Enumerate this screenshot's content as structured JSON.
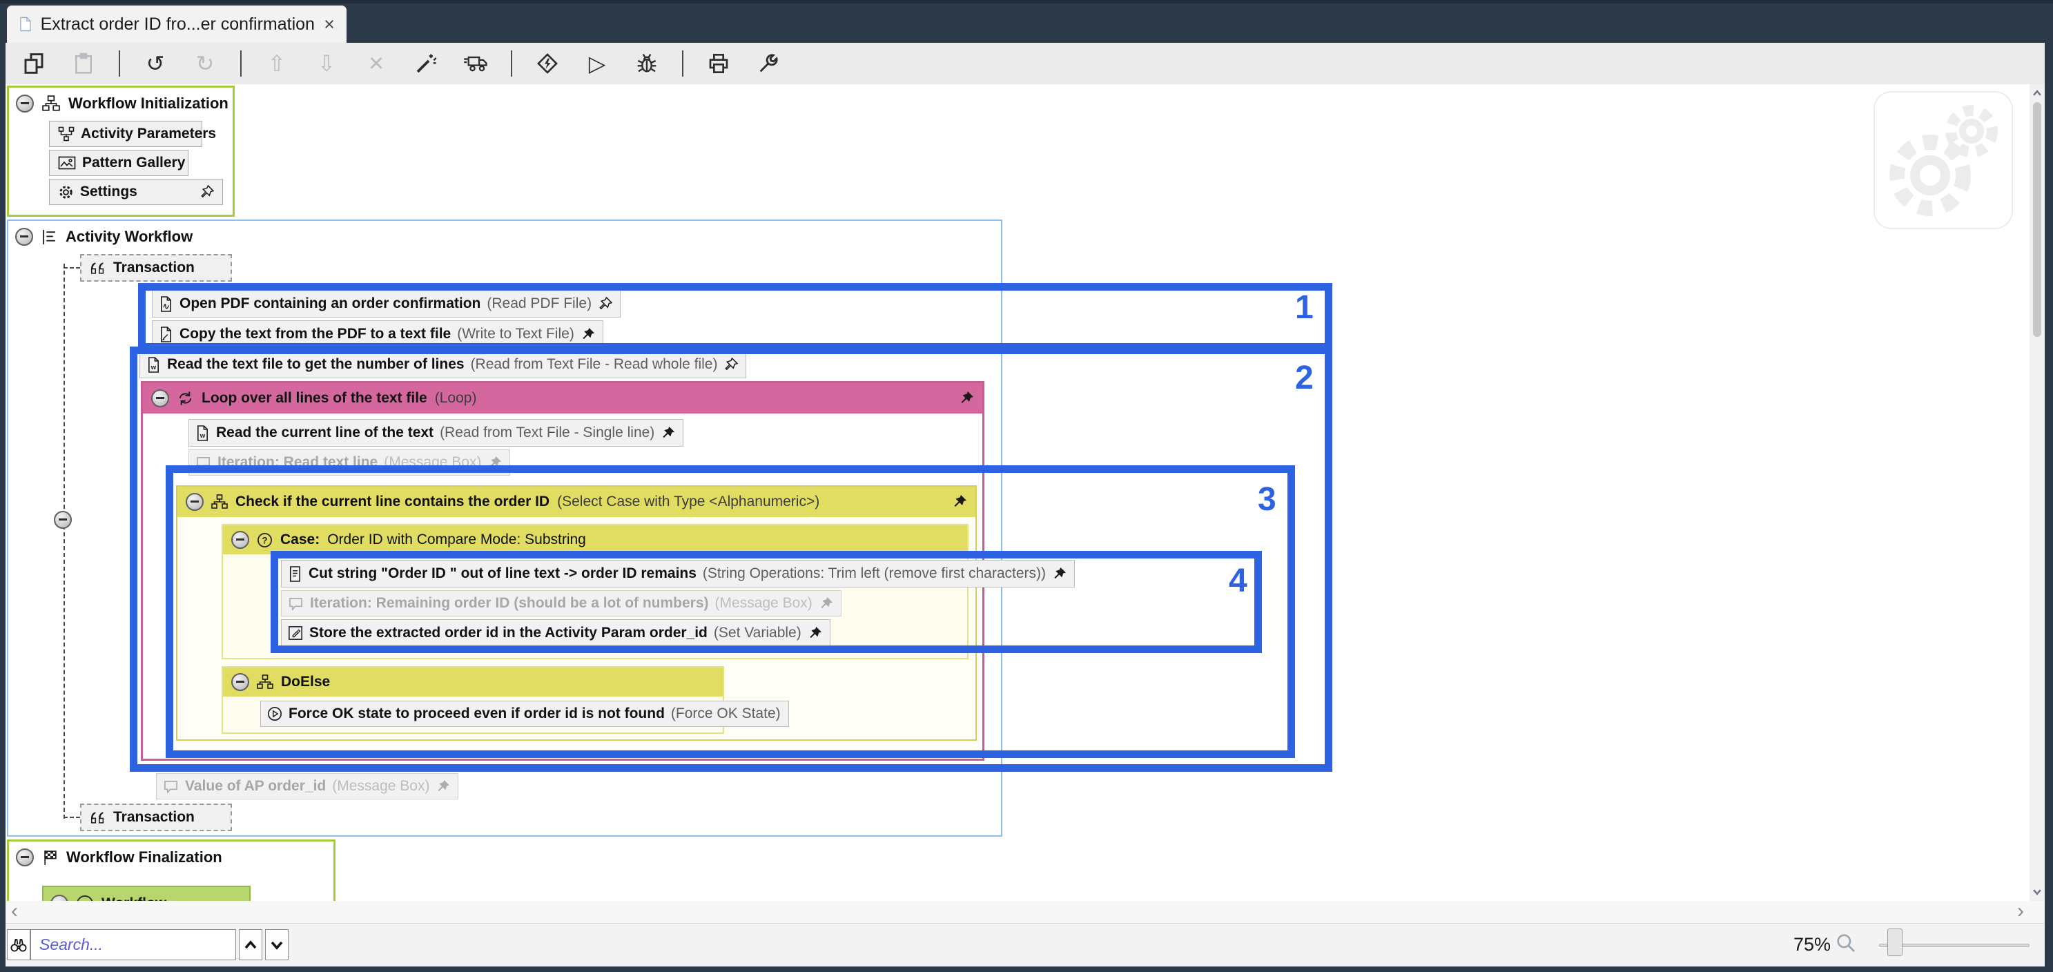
{
  "tab": {
    "title": "Extract order ID fro...er confirmation"
  },
  "toolbar": {
    "icons": [
      {
        "name": "copy",
        "enabled": true
      },
      {
        "name": "paste",
        "enabled": false
      },
      {
        "name": "undo",
        "enabled": true
      },
      {
        "name": "redo",
        "enabled": false
      },
      {
        "name": "move-up",
        "enabled": false
      },
      {
        "name": "move-down",
        "enabled": false
      },
      {
        "name": "delete",
        "enabled": false
      },
      {
        "name": "magic-wand",
        "enabled": true
      },
      {
        "name": "deliver-truck",
        "enabled": true
      },
      {
        "name": "breakpoint-diamond",
        "enabled": true
      },
      {
        "name": "run",
        "enabled": true
      },
      {
        "name": "debug-bug",
        "enabled": true
      },
      {
        "name": "print",
        "enabled": true
      },
      {
        "name": "configure-wrench",
        "enabled": true
      }
    ]
  },
  "init": {
    "title": "Workflow Initialization",
    "buttons": [
      "Activity Parameters",
      "Pattern Gallery",
      "Settings"
    ]
  },
  "activity": {
    "title": "Activity Workflow",
    "transaction": "Transaction",
    "steps": {
      "open_pdf": {
        "label": "Open PDF containing an order confirmation",
        "type": "(Read PDF File)"
      },
      "copy_text": {
        "label": "Copy the text from the PDF to a text file",
        "type": "(Write to Text File)"
      },
      "read_lines": {
        "label": "Read the text file to get the number of lines",
        "type": "(Read from Text File - Read whole file)"
      },
      "loop": {
        "label": "Loop over all lines of the text file",
        "type": "(Loop)"
      },
      "read_current": {
        "label": "Read the current line of the text",
        "type": "(Read from Text File - Single line)"
      },
      "iter_read": {
        "label": "Iteration: Read text line",
        "type": "(Message Box)"
      },
      "check": {
        "label": "Check if the current line contains the order ID",
        "type": "(Select Case with Type <Alphanumeric>)"
      },
      "case_hdr": {
        "label": "Case:",
        "detail": "Order ID with Compare Mode: Substring"
      },
      "cut": {
        "label": "Cut string \"Order ID \" out of line text -> order ID remains",
        "type": "(String Operations: Trim left (remove first characters))"
      },
      "iter_rem": {
        "label": "Iteration: Remaining order ID (should be a lot of numbers)",
        "type": "(Message Box)"
      },
      "store": {
        "label": "Store the extracted order id in the Activity Param order_id",
        "type": "(Set Variable)"
      },
      "doelse": {
        "label": "DoElse"
      },
      "force_ok": {
        "label": "Force OK state to proceed even if order id is not found",
        "type": "(Force OK State)"
      },
      "value_ap": {
        "label": "Value of AP order_id",
        "type": "(Message Box)"
      }
    }
  },
  "finalization": {
    "title": "Workflow Finalization",
    "clipped_label": "Workflow …"
  },
  "annotations": {
    "numbers": [
      "1",
      "2",
      "3",
      "4"
    ],
    "color": "#2d63e3"
  },
  "statusbar": {
    "search_placeholder": "Search...",
    "zoom_level": "75%"
  },
  "colors": {
    "annotation_blue": "#2d63e3",
    "loop_pink": "#d4679e",
    "case_yellow": "#e0dd62",
    "group_green": "#a5cd39",
    "activity_border_blue": "#8cbef0",
    "finalization_item_green": "#b7d76e",
    "titlebar_dark": "#2b3948"
  }
}
